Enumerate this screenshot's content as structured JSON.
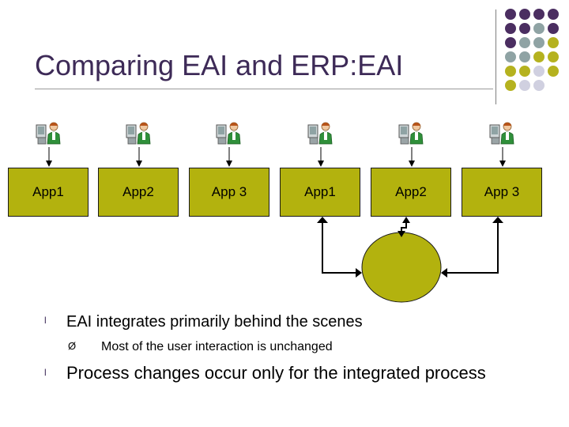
{
  "slide": {
    "title": "Comparing EAI and ERP:EAI"
  },
  "diagram": {
    "apps": [
      "App1",
      "App2",
      "App 3",
      "App1",
      "App2",
      "App 3"
    ],
    "user_icon": "user-at-computer-icon",
    "hub_color": "#b3b20e",
    "box_color": "#b3b20e"
  },
  "bullets": [
    {
      "marker": "l",
      "text": "EAI integrates primarily behind the scenes"
    },
    {
      "marker": "Ø",
      "text": "Most of the user interaction is unchanged"
    },
    {
      "marker": "l",
      "text": "Process changes occur only for the integrated process"
    }
  ],
  "colors": {
    "title": "#3d2a57",
    "dot_purple": "#4b2e61",
    "dot_teal": "#8fa3a4",
    "dot_olive": "#b5b21f",
    "dot_lavender": "#d0d0e0"
  }
}
